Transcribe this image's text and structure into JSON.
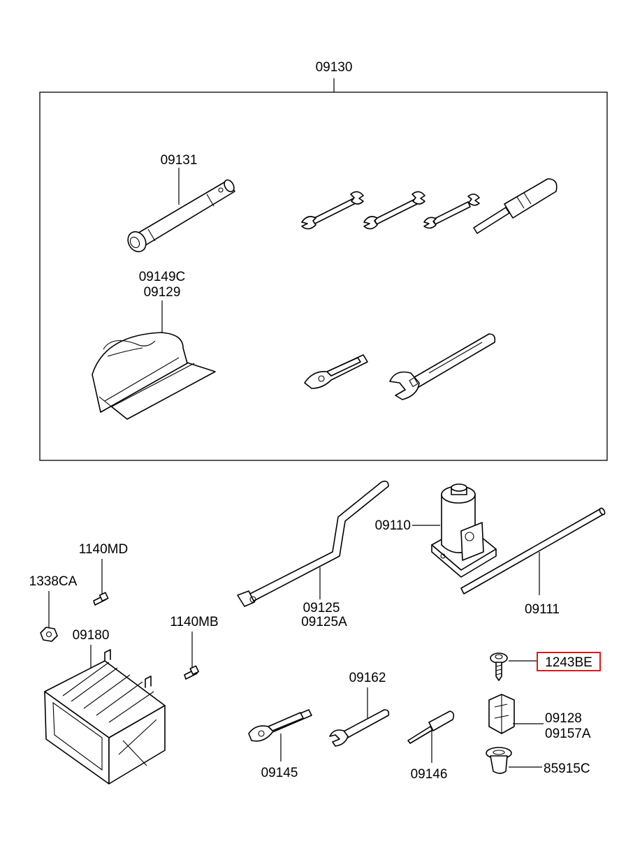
{
  "colors": {
    "line": "#000000",
    "highlight_box": "#e0191b",
    "background": "#ffffff"
  },
  "labels": {
    "kit": "09130",
    "socket_wrench": "09131",
    "bag_1": "09149C",
    "bag_2": "09129",
    "jack": "09110",
    "crank_1": "09125",
    "crank_2": "09125A",
    "extension_bar": "09111",
    "bolt_1140md": "1140MD",
    "nut": "1338CA",
    "case": "09180",
    "bolt_1140mb": "1140MB",
    "wrench_09162": "09162",
    "screw_highlighted": "1243BE",
    "clip_1": "09128",
    "clip_2": "09157A",
    "pliers": "09145",
    "screwdriver": "09146",
    "grommet": "85915C"
  }
}
